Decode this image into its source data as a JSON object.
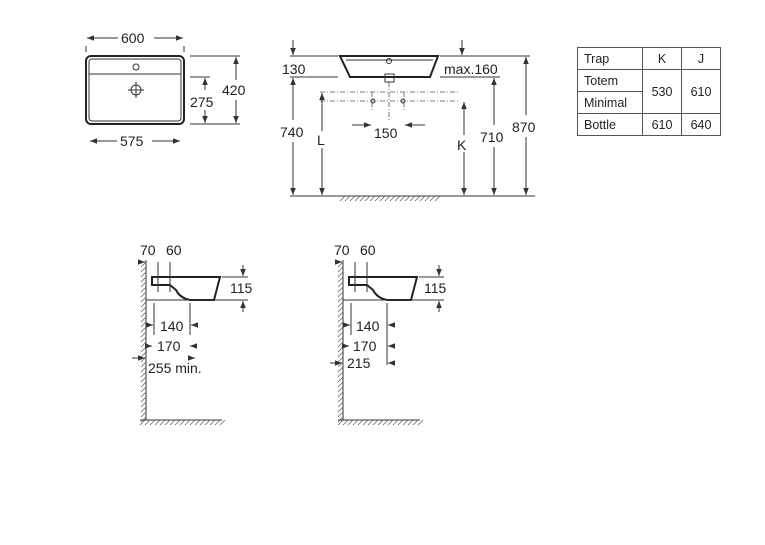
{
  "top_view": {
    "width_outer": "600",
    "width_inner": "575",
    "depth_outer": "420",
    "depth_inner": "275"
  },
  "front_view": {
    "rim_height": "130",
    "max_label": "max.160",
    "height_740": "740",
    "label_L": "L",
    "hole_spacing": "150",
    "label_K": "K",
    "height_710": "710",
    "height_870": "870"
  },
  "side_view_left": {
    "dim_70": "70",
    "dim_60": "60",
    "dim_115": "115",
    "dim_140": "140",
    "dim_170": "170",
    "dim_wall": "255 min."
  },
  "side_view_right": {
    "dim_70": "70",
    "dim_60": "60",
    "dim_115": "115",
    "dim_140": "140",
    "dim_170": "170",
    "dim_wall": "215"
  },
  "trap_table": {
    "header": {
      "trap": "Trap",
      "k": "K",
      "j": "J"
    },
    "rows": [
      {
        "name": "Totem",
        "name2": "Minimal",
        "k": "530",
        "j": "610"
      },
      {
        "name": "Bottle",
        "k": "610",
        "j": "640"
      }
    ]
  }
}
